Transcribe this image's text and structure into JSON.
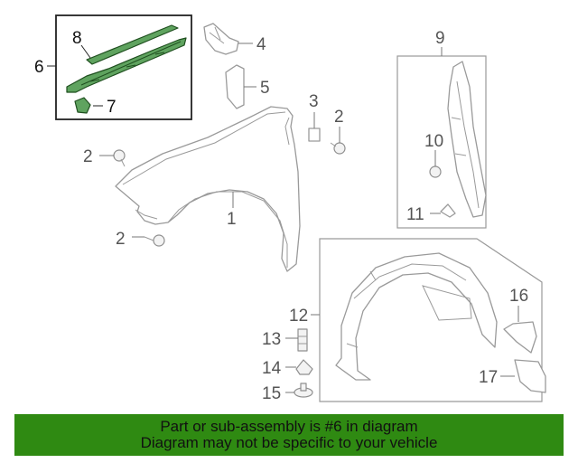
{
  "callouts": {
    "c1": "1",
    "c2a": "2",
    "c2b": "2",
    "c2c": "2",
    "c3": "3",
    "c4": "4",
    "c5": "5",
    "c6": "6",
    "c7": "7",
    "c8": "8",
    "c9": "9",
    "c10": "10",
    "c11": "11",
    "c12": "12",
    "c13": "13",
    "c14": "14",
    "c15": "15",
    "c16": "16",
    "c17": "17"
  },
  "banner": {
    "line1": "Part or sub-assembly is #6 in diagram",
    "line2": "Diagram may not be specific to your vehicle",
    "color": "#2f8a12"
  },
  "highlight_color": "#5fa35f"
}
